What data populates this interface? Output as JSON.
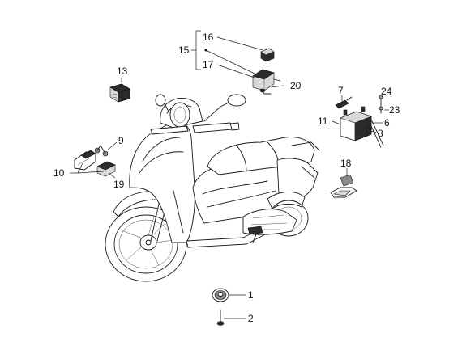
{
  "callouts": {
    "c1": "1",
    "c2": "2",
    "c6": "6",
    "c7": "7",
    "c8": "8",
    "c9": "9",
    "c10": "10",
    "c11": "11",
    "c13": "13",
    "c15": "15",
    "c16": "16",
    "c17": "17",
    "c18": "18",
    "c19": "19",
    "c20": "20",
    "c23": "23",
    "c24": "24"
  }
}
